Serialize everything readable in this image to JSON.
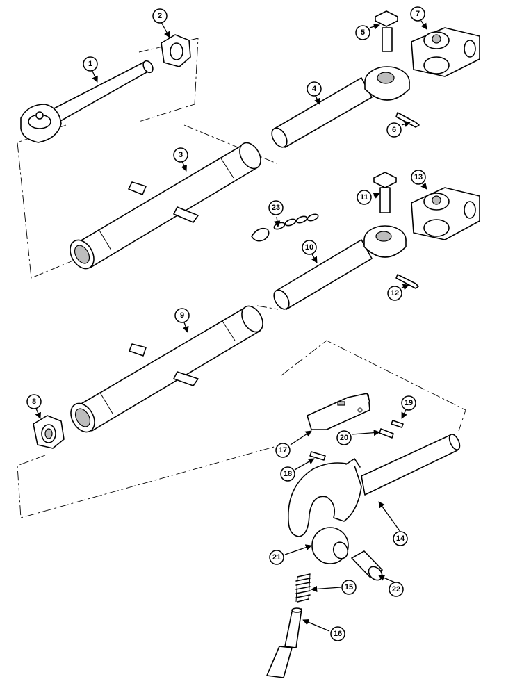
{
  "callouts": [
    {
      "number": "1"
    },
    {
      "number": "2"
    },
    {
      "number": "3"
    },
    {
      "number": "4"
    },
    {
      "number": "5"
    },
    {
      "number": "6"
    },
    {
      "number": "7"
    },
    {
      "number": "8"
    },
    {
      "number": "9"
    },
    {
      "number": "10"
    },
    {
      "number": "11"
    },
    {
      "number": "12"
    },
    {
      "number": "13"
    },
    {
      "number": "14"
    },
    {
      "number": "15"
    },
    {
      "number": "16"
    },
    {
      "number": "17"
    },
    {
      "number": "18"
    },
    {
      "number": "19"
    },
    {
      "number": "20"
    },
    {
      "number": "21"
    },
    {
      "number": "22"
    },
    {
      "number": "23"
    }
  ]
}
